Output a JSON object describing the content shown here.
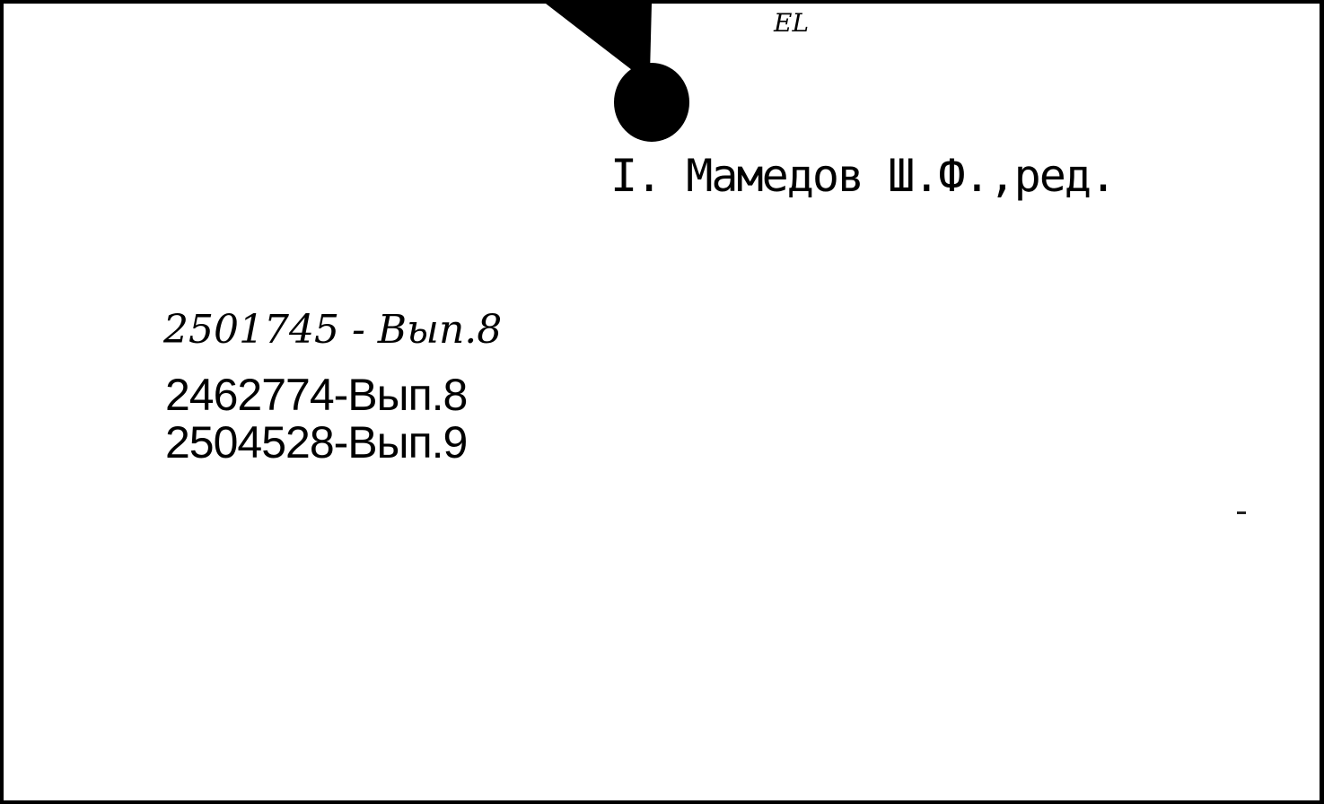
{
  "card": {
    "handwritten_top": "EL",
    "typed_entry": "I. Мамедов Ш.Ф.,ред.",
    "handwritten_number": "2501745 - Вып.8",
    "stamped_numbers": [
      "2462774-Вып.8",
      "2504528-Вып.9"
    ]
  },
  "colors": {
    "ink": "#000000",
    "paper": "#ffffff"
  }
}
